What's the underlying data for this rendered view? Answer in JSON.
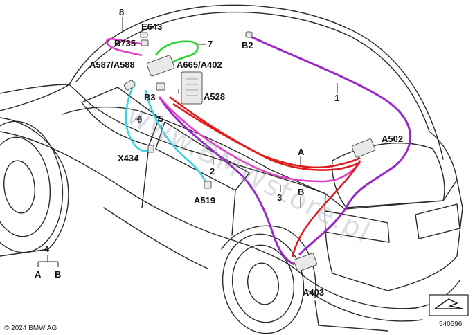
{
  "labels": {
    "n1": "1",
    "n2": "2",
    "n3": "3",
    "n4": "4",
    "n5": "5",
    "n6": "6",
    "n7": "7",
    "n8": "8",
    "A": "A",
    "B": "B",
    "E643": "E643",
    "B735": "B735",
    "B2": "B2",
    "A587_A588": "A587/A588",
    "A665_A402": "A665/A402",
    "B3": "B3",
    "A528": "A528",
    "X434": "X434",
    "A519": "A519",
    "A502": "A502",
    "A403": "A403"
  },
  "legend": {
    "top": "4",
    "left": "A",
    "right": "B"
  },
  "footer": {
    "copyright": "© 2024 BMW AG",
    "image_number": "540596"
  },
  "watermark": "www.BMWstore.pl",
  "colors": {
    "violet": "#9b27c9",
    "magenta": "#e23fc8",
    "red": "#e01b1b",
    "cyan": "#35d6e6",
    "green": "#2cd62c",
    "outline": "#2a2a2a"
  }
}
